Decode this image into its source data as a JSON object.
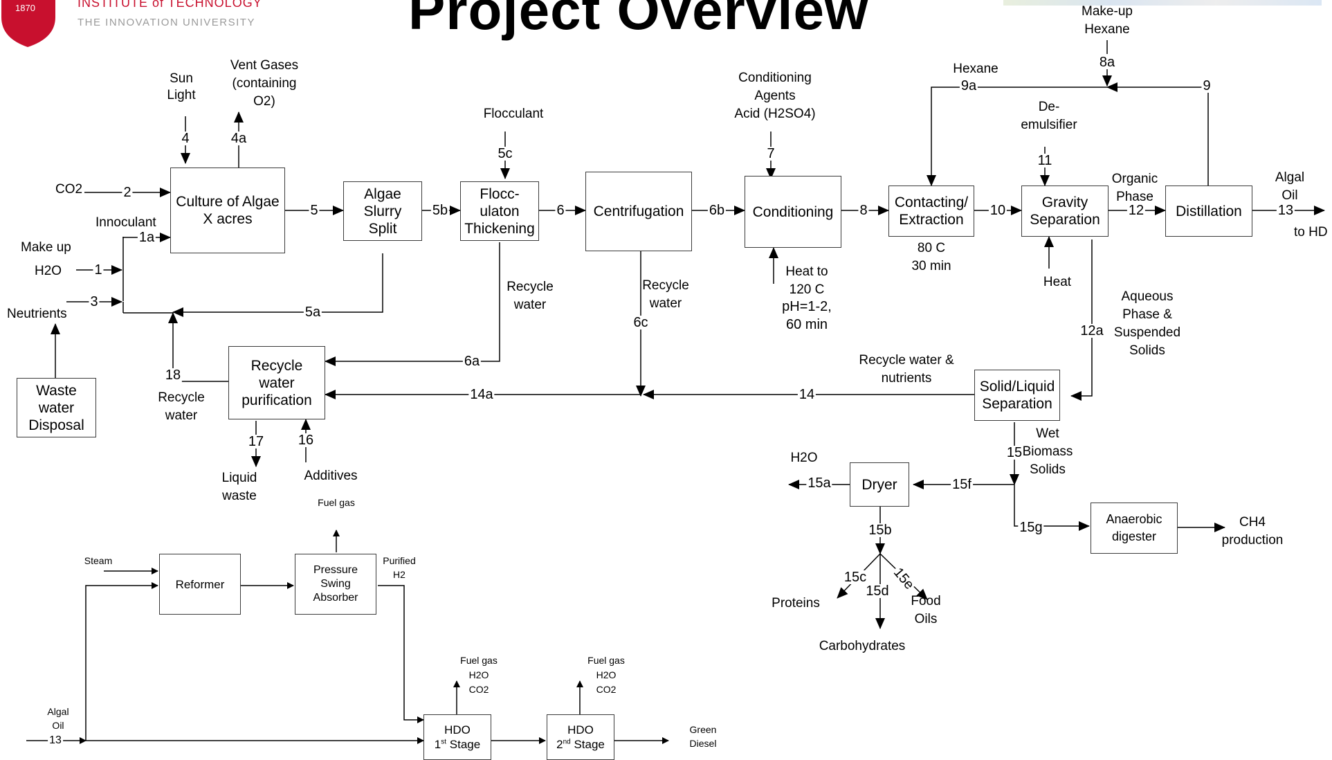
{
  "title": "Project Overview",
  "logo": {
    "year": "1870",
    "line1": "INSTITUTE of TECHNOLOGY",
    "line2": "THE INNOVATION UNIVERSITY"
  },
  "colors": {
    "brand_red": "#c8102e",
    "line": "#000000",
    "box_border": "#3a3a3a"
  },
  "boxes": {
    "culture": "Culture of Algae\nX acres",
    "slurry": "Algae\nSlurry\nSplit",
    "flocc": "Flocc-\nulaton\nThickening",
    "centrifugation": "Centrifugation",
    "conditioning": "Conditioning",
    "contacting": "Contacting/\nExtraction",
    "gravity": "Gravity\nSeparation",
    "distillation": "Distillation",
    "recycle_purification": "Recycle\nwater\npurification",
    "waste_water": "Waste\nwater\nDisposal",
    "solid_liquid": "Solid/Liquid\nSeparation",
    "dryer": "Dryer",
    "anaerobic": "Anaerobic\ndigester",
    "reformer": "Reformer",
    "psa": "Pressure\nSwing\nAbsorber",
    "hdo1_a": "HDO",
    "hdo1_b": "1",
    "hdo1_sup": "st",
    "hdo1_c": " Stage",
    "hdo2_a": "HDO",
    "hdo2_b": "2",
    "hdo2_sup": "nd",
    "hdo2_c": " Stage"
  },
  "texts": {
    "sun_light": "Sun\nLight",
    "vent_gases": "Vent Gases\n(containing\nO2)",
    "flocculant": "Flocculant",
    "conditioning_agents": "Conditioning\nAgents\nAcid (H2SO4)",
    "makeup_hexane": "Make-up\nHexane",
    "hexane": "Hexane",
    "demulsifier": "De-\nemulsifier",
    "organic_phase": "Organic\nPhase",
    "algal_oil": "Algal\nOil",
    "to_hd": "to HD",
    "co2": "CO2",
    "innoculant": "Innoculant",
    "make_up": "Make up",
    "h2o": "H2O",
    "neutrients": "Neutrients",
    "recycle_water_a": "Recycle\nwater",
    "recycle_water_b": "Recycle\nwater",
    "heat_to": "Heat to\n120 C",
    "ph": "pH=1-2,\n60 min",
    "temp_time": "80 C\n30 min",
    "heat": "Heat",
    "aqueous": "Aqueous\nPhase &\nSuspended\nSolids",
    "recycle_nutrients": "Recycle water &\nnutrients",
    "recycle_water_c": "Recycle\nwater",
    "liquid_waste": "Liquid\nwaste",
    "additives": "Additives",
    "wet_biomass": "Wet\nBiomass\nSolids",
    "h2o_out": "H2O",
    "proteins": "Proteins",
    "food_oils": "Food\nOils",
    "carbohydrates": "Carbohydrates",
    "ch4": "CH4\nproduction",
    "fuel_gas": "Fuel gas",
    "steam": "Steam",
    "purified_h2": "Purified\nH2",
    "fuel_gas_h2o_co2_a": "Fuel gas\nH2O\nCO2",
    "fuel_gas_h2o_co2_b": "Fuel gas\nH2O\nCO2",
    "algal_oil_small": "Algal\nOil",
    "green_diesel": "Green\nDiesel"
  },
  "streams": {
    "s1": "1",
    "s1a": "1a",
    "s2": "2",
    "s3": "3",
    "s4": "4",
    "s4a": "4a",
    "s5": "5",
    "s5a": "5a",
    "s5b": "5b",
    "s5c": "5c",
    "s6": "6",
    "s6a": "6a",
    "s6b": "6b",
    "s6c": "6c",
    "s7": "7",
    "s8": "8",
    "s8a": "8a",
    "s9": "9",
    "s9a": "9a",
    "s10": "10",
    "s12": "12",
    "s12a": "12a",
    "s13": "13",
    "s14": "14",
    "s14a": "14a",
    "s15": "15",
    "s15a": "15a",
    "s15b": "15b",
    "s15c": "15c",
    "s15d": "15d",
    "s15e": "15e",
    "s15f": "15f",
    "s15g": "15g",
    "s16": "16",
    "s17": "17",
    "s18": "18",
    "s13b": "13"
  }
}
